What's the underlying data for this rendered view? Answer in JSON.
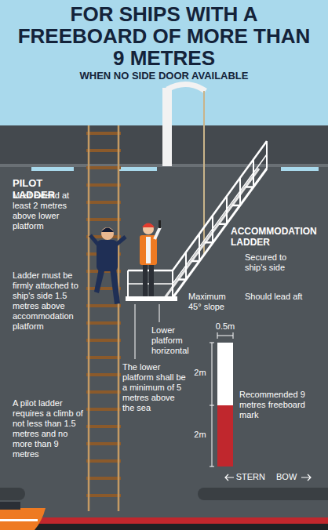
{
  "diagram": {
    "title": "FOR SHIPS WITH A FREEBOARD OF MORE THAN 9 METRES",
    "labels": [
      "WHEN NO SIDE DOOR AVAILABLE",
      "PILOT LADDER",
      "Must extend at least 2 metres above lower platform",
      "ACCOMMODATION LADDER",
      "Secured to ship's side",
      "Ladder must be firmly attached to ship's side 1.5 metres above accommodation platform",
      "Maximum 45° slope",
      "Should lead aft",
      "Lower platform horizontal",
      "0.5m",
      "2m",
      "The lower platform shall be a minimum of 5 metres above the sea",
      "Recommended 9 metres freeboard mark",
      "A pilot ladder requires a climb of not less than 1.5 metres and no more than 9 metres",
      "2m",
      "STERN",
      "BOW"
    ]
  }
}
